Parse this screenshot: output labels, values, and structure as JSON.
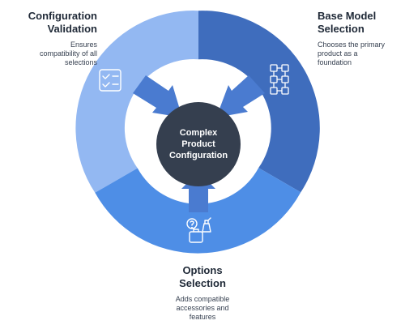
{
  "center": {
    "lines": [
      "Complex",
      "Product",
      "Configuration"
    ]
  },
  "segments": {
    "validation": {
      "title_lines": [
        "Configuration",
        "Validation"
      ],
      "desc_lines": [
        "Ensures",
        "compatibility of all",
        "selections"
      ],
      "icon": "checklist-icon",
      "color": "#93b8f2"
    },
    "base": {
      "title_lines": [
        "Base Model",
        "Selection"
      ],
      "desc_lines": [
        "Chooses the primary",
        "product as a",
        "foundation"
      ],
      "icon": "hierarchy-icon",
      "color": "#3f6dbd"
    },
    "options": {
      "title_lines": [
        "Options",
        "Selection"
      ],
      "desc_lines": [
        "Adds compatible",
        "accessories and",
        "features"
      ],
      "icon": "shopping-options-icon",
      "color": "#4e8ee6"
    }
  },
  "colors": {
    "center": "#353f4f",
    "arrow": "#4a7bd0",
    "icon_stroke": "#ffffff"
  }
}
